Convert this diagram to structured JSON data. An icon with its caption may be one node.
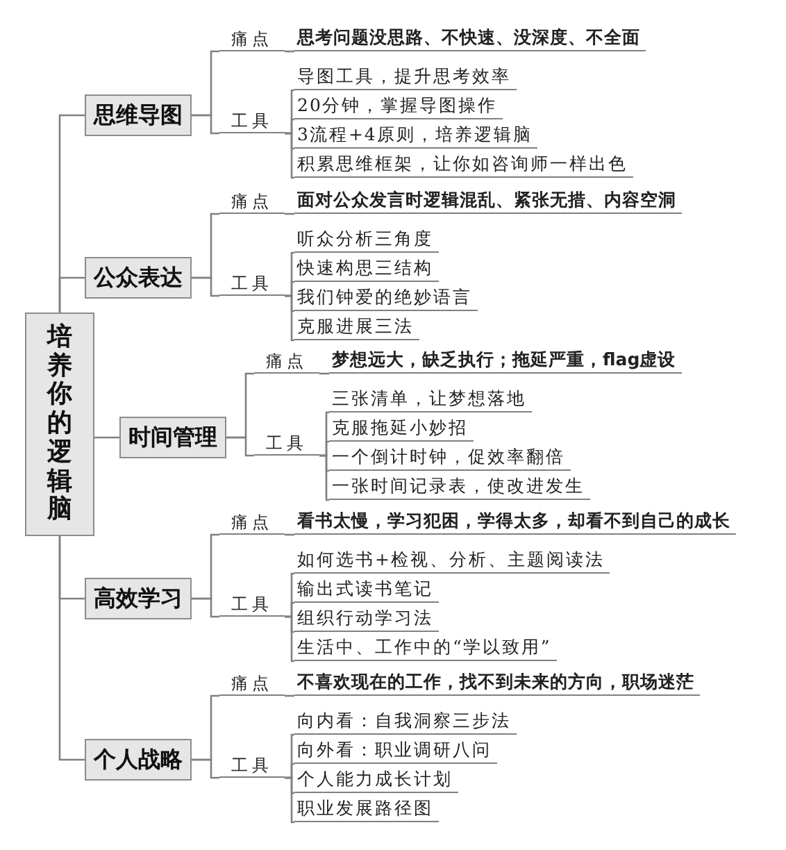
{
  "diagram": {
    "nodes": [
      {
        "text": [
          "培养你的逻辑脑"
        ]
      },
      {
        "text": [
          "思维导图"
        ]
      },
      {
        "text": [
          "痛点"
        ]
      },
      {
        "text": [
          "思考问题没思路、不快速、没深度、不全面"
        ]
      },
      {
        "text": [
          "工具"
        ]
      },
      {
        "text": [
          "导图工具，提升思考效率"
        ]
      },
      {
        "text": [
          "20分钟，掌握导图操作"
        ]
      },
      {
        "text": [
          "3流程+4原则，培养逻辑脑"
        ]
      },
      {
        "text": [
          "积累思维框架，让你如咨询师一样出色"
        ]
      },
      {
        "text": [
          "公众表达"
        ]
      },
      {
        "text": [
          "痛点"
        ]
      },
      {
        "text": [
          "面对公众发言时逻辑混乱、紧张无措、内容空洞"
        ]
      },
      {
        "text": [
          "工具"
        ]
      },
      {
        "text": [
          "听众分析三角度"
        ]
      },
      {
        "text": [
          "快速构思三结构"
        ]
      },
      {
        "text": [
          "我们钟爱的绝妙语言"
        ]
      },
      {
        "text": [
          "克服进展三法"
        ]
      },
      {
        "text": [
          "时间管理"
        ]
      },
      {
        "text": [
          "痛点"
        ]
      },
      {
        "text": [
          "梦想远大，缺乏执行；拖延严重，flag虚设"
        ]
      },
      {
        "text": [
          "工具"
        ]
      },
      {
        "text": [
          "三张清单，让梦想落地"
        ]
      },
      {
        "text": [
          "克服拖延小妙招"
        ]
      },
      {
        "text": [
          "一个倒计时钟，促效率翻倍"
        ]
      },
      {
        "text": [
          "一张时间记录表，使改进发生"
        ]
      },
      {
        "text": [
          "高效学习"
        ]
      },
      {
        "text": [
          "痛点"
        ]
      },
      {
        "text": [
          "看书太慢，学习犯困，学得太多，却看不到自己的成长"
        ]
      },
      {
        "text": [
          "工具"
        ]
      },
      {
        "text": [
          "如何选书+检视、分析、主题阅读法"
        ]
      },
      {
        "text": [
          "输出式读书笔记"
        ]
      },
      {
        "text": [
          "组织行动学习法"
        ]
      },
      {
        "text": [
          "生活中、工作中的“学以致用”"
        ]
      },
      {
        "text": [
          "个人战略"
        ]
      },
      {
        "text": [
          "痛点"
        ]
      },
      {
        "text": [
          "不喜欢现在的工作，找不到未来的方向，职场迷茫"
        ]
      },
      {
        "text": [
          "工具"
        ]
      },
      {
        "text": [
          "向内看：自我洞察三步法"
        ]
      },
      {
        "text": [
          "向外看：职业调研八问"
        ]
      },
      {
        "text": [
          "个人能力成长计划"
        ]
      },
      {
        "text": [
          "职业发展路径图"
        ]
      }
    ],
    "edges": [
      {
        "from": 0,
        "to": 1,
        "arrow": "none"
      },
      {
        "from": 0,
        "to": 9,
        "arrow": "none"
      },
      {
        "from": 0,
        "to": 17,
        "arrow": "none"
      },
      {
        "from": 0,
        "to": 25,
        "arrow": "none"
      },
      {
        "from": 0,
        "to": 33,
        "arrow": "none"
      },
      {
        "from": 1,
        "to": 2,
        "arrow": "none"
      },
      {
        "from": 2,
        "to": 3,
        "arrow": "none"
      },
      {
        "from": 1,
        "to": 4,
        "arrow": "none"
      },
      {
        "from": 4,
        "to": 5,
        "arrow": "none"
      },
      {
        "from": 4,
        "to": 6,
        "arrow": "none"
      },
      {
        "from": 4,
        "to": 7,
        "arrow": "none"
      },
      {
        "from": 4,
        "to": 8,
        "arrow": "none"
      },
      {
        "from": 9,
        "to": 10,
        "arrow": "none"
      },
      {
        "from": 10,
        "to": 11,
        "arrow": "none"
      },
      {
        "from": 9,
        "to": 12,
        "arrow": "none"
      },
      {
        "from": 12,
        "to": 13,
        "arrow": "none"
      },
      {
        "from": 12,
        "to": 14,
        "arrow": "none"
      },
      {
        "from": 12,
        "to": 15,
        "arrow": "none"
      },
      {
        "from": 12,
        "to": 16,
        "arrow": "none"
      },
      {
        "from": 17,
        "to": 18,
        "arrow": "none"
      },
      {
        "from": 18,
        "to": 19,
        "arrow": "none"
      },
      {
        "from": 17,
        "to": 20,
        "arrow": "none"
      },
      {
        "from": 20,
        "to": 21,
        "arrow": "none"
      },
      {
        "from": 20,
        "to": 22,
        "arrow": "none"
      },
      {
        "from": 20,
        "to": 23,
        "arrow": "none"
      },
      {
        "from": 20,
        "to": 24,
        "arrow": "none"
      },
      {
        "from": 25,
        "to": 26,
        "arrow": "none"
      },
      {
        "from": 26,
        "to": 27,
        "arrow": "none"
      },
      {
        "from": 25,
        "to": 28,
        "arrow": "none"
      },
      {
        "from": 28,
        "to": 29,
        "arrow": "none"
      },
      {
        "from": 28,
        "to": 30,
        "arrow": "none"
      },
      {
        "from": 28,
        "to": 31,
        "arrow": "none"
      },
      {
        "from": 28,
        "to": 32,
        "arrow": "none"
      },
      {
        "from": 33,
        "to": 34,
        "arrow": "none"
      },
      {
        "from": 34,
        "to": 35,
        "arrow": "none"
      },
      {
        "from": 33,
        "to": 36,
        "arrow": "none"
      },
      {
        "from": 36,
        "to": 37,
        "arrow": "none"
      },
      {
        "from": 36,
        "to": 38,
        "arrow": "none"
      },
      {
        "from": 36,
        "to": 39,
        "arrow": "none"
      },
      {
        "from": 36,
        "to": 40,
        "arrow": "none"
      }
    ]
  }
}
